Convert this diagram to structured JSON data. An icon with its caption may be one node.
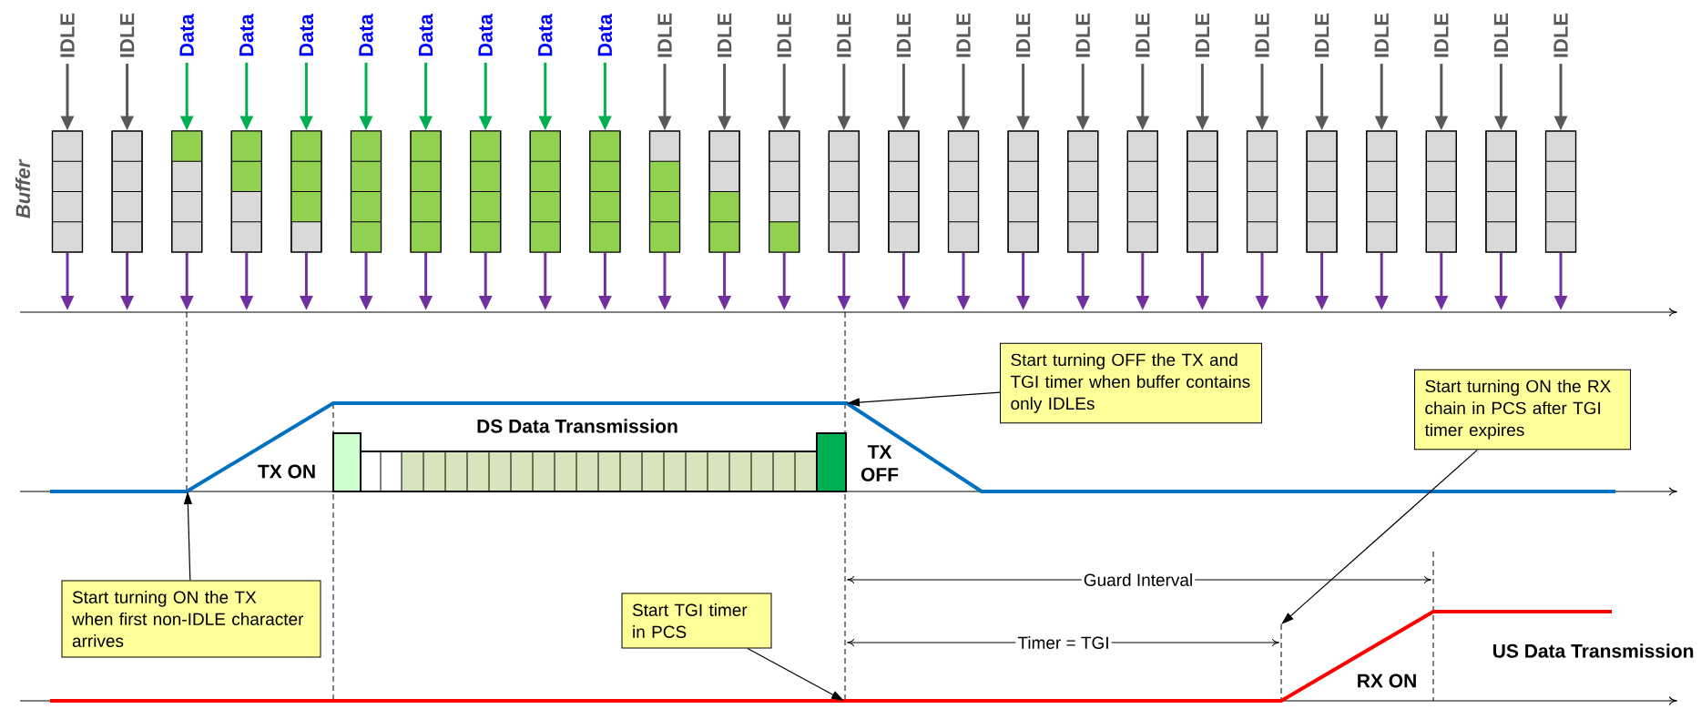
{
  "diagram": {
    "nodes": [
      {
        "text": [
          "IDLE"
        ]
      },
      {
        "text": [
          "IDLE"
        ]
      },
      {
        "text": [
          "Data"
        ]
      },
      {
        "text": [
          "Data"
        ]
      },
      {
        "text": [
          "Data"
        ]
      },
      {
        "text": [
          "Data"
        ]
      },
      {
        "text": [
          "Data"
        ]
      },
      {
        "text": [
          "Data"
        ]
      },
      {
        "text": [
          "Data"
        ]
      },
      {
        "text": [
          "Data"
        ]
      },
      {
        "text": [
          "IDLE"
        ]
      },
      {
        "text": [
          "IDLE"
        ]
      },
      {
        "text": [
          "IDLE"
        ]
      },
      {
        "text": [
          "IDLE"
        ]
      },
      {
        "text": [
          "IDLE"
        ]
      },
      {
        "text": [
          "IDLE"
        ]
      },
      {
        "text": [
          "IDLE"
        ]
      },
      {
        "text": [
          "IDLE"
        ]
      },
      {
        "text": [
          "IDLE"
        ]
      },
      {
        "text": [
          "IDLE"
        ]
      },
      {
        "text": [
          "IDLE"
        ]
      },
      {
        "text": [
          "IDLE"
        ]
      },
      {
        "text": [
          "IDLE"
        ]
      },
      {
        "text": [
          "IDLE"
        ]
      },
      {
        "text": [
          "IDLE"
        ]
      },
      {
        "text": [
          "IDLE"
        ]
      },
      {
        "text": [],
        "shape": "box"
      },
      {
        "text": [],
        "shape": "box"
      },
      {
        "text": [],
        "shape": "box"
      },
      {
        "text": [],
        "shape": "box"
      },
      {
        "text": [],
        "shape": "box"
      },
      {
        "text": [],
        "shape": "box"
      },
      {
        "text": [],
        "shape": "box"
      },
      {
        "text": [],
        "shape": "box"
      },
      {
        "text": [],
        "shape": "box"
      },
      {
        "text": [],
        "shape": "box"
      },
      {
        "text": [],
        "shape": "box"
      },
      {
        "text": [],
        "shape": "box"
      },
      {
        "text": [],
        "shape": "box"
      },
      {
        "text": [],
        "shape": "box"
      },
      {
        "text": [],
        "shape": "box"
      },
      {
        "text": [],
        "shape": "box"
      },
      {
        "text": [],
        "shape": "box"
      },
      {
        "text": [],
        "shape": "box"
      },
      {
        "text": [],
        "shape": "box"
      },
      {
        "text": [],
        "shape": "box"
      },
      {
        "text": [],
        "shape": "box"
      },
      {
        "text": [],
        "shape": "box"
      },
      {
        "text": [],
        "shape": "box"
      },
      {
        "text": [],
        "shape": "box"
      },
      {
        "text": [],
        "shape": "box"
      },
      {
        "text": [],
        "shape": "box"
      },
      {
        "text": [
          "Start turning OFF the TX and TGI timer when buffer contains only IDLEs"
        ]
      },
      {
        "text": [
          "Start turning ON the RX chain in PCS after TGI timer expires"
        ]
      },
      {
        "text": [
          "Start turning ON the TX when first non-IDLE character arrives"
        ]
      },
      {
        "text": [
          "Start TGI timer in PCS"
        ]
      }
    ],
    "edges": [
      {
        "from": 0,
        "to": 26,
        "arrow": "to",
        "color": "#595959"
      },
      {
        "from": 1,
        "to": 27,
        "arrow": "to",
        "color": "#595959"
      },
      {
        "from": 2,
        "to": 28,
        "arrow": "to",
        "color": "#00b050"
      },
      {
        "from": 3,
        "to": 29,
        "arrow": "to",
        "color": "#00b050"
      },
      {
        "from": 4,
        "to": 30,
        "arrow": "to",
        "color": "#00b050"
      },
      {
        "from": 5,
        "to": 31,
        "arrow": "to",
        "color": "#00b050"
      },
      {
        "from": 6,
        "to": 32,
        "arrow": "to",
        "color": "#00b050"
      },
      {
        "from": 7,
        "to": 33,
        "arrow": "to",
        "color": "#00b050"
      },
      {
        "from": 8,
        "to": 34,
        "arrow": "to",
        "color": "#00b050"
      },
      {
        "from": 9,
        "to": 35,
        "arrow": "to",
        "color": "#00b050"
      },
      {
        "from": 10,
        "to": 36,
        "arrow": "to",
        "color": "#595959"
      },
      {
        "from": 11,
        "to": 37,
        "arrow": "to",
        "color": "#595959"
      },
      {
        "from": 12,
        "to": 38,
        "arrow": "to",
        "color": "#595959"
      },
      {
        "from": 13,
        "to": 39,
        "arrow": "to",
        "color": "#595959"
      },
      {
        "from": 14,
        "to": 40,
        "arrow": "to",
        "color": "#595959"
      },
      {
        "from": 15,
        "to": 41,
        "arrow": "to",
        "color": "#595959"
      },
      {
        "from": 16,
        "to": 42,
        "arrow": "to",
        "color": "#595959"
      },
      {
        "from": 17,
        "to": 43,
        "arrow": "to",
        "color": "#595959"
      },
      {
        "from": 18,
        "to": 44,
        "arrow": "to",
        "color": "#595959"
      },
      {
        "from": 19,
        "to": 45,
        "arrow": "to",
        "color": "#595959"
      },
      {
        "from": 20,
        "to": 46,
        "arrow": "to",
        "color": "#595959"
      },
      {
        "from": 21,
        "to": 47,
        "arrow": "to",
        "color": "#595959"
      },
      {
        "from": 22,
        "to": 48,
        "arrow": "to",
        "color": "#595959"
      },
      {
        "from": 23,
        "to": 49,
        "arrow": "to",
        "color": "#595959"
      },
      {
        "from": 24,
        "to": 50,
        "arrow": "to",
        "color": "#595959"
      },
      {
        "from": 25,
        "to": 51,
        "arrow": "to",
        "color": "#595959"
      },
      {
        "from": 26,
        "to": null,
        "arrow": "to"
      },
      {
        "from": 27,
        "to": null,
        "arrow": "to"
      },
      {
        "from": 28,
        "to": null,
        "arrow": "to"
      },
      {
        "from": 29,
        "to": null,
        "arrow": "to"
      },
      {
        "from": 30,
        "to": null,
        "arrow": "to"
      },
      {
        "from": 31,
        "to": null,
        "arrow": "to"
      },
      {
        "from": 32,
        "to": null,
        "arrow": "to"
      },
      {
        "from": 33,
        "to": null,
        "arrow": "to"
      },
      {
        "from": 34,
        "to": null,
        "arrow": "to"
      },
      {
        "from": 35,
        "to": null,
        "arrow": "to"
      },
      {
        "from": 36,
        "to": null,
        "arrow": "to"
      },
      {
        "from": 37,
        "to": null,
        "arrow": "to"
      },
      {
        "from": 38,
        "to": null,
        "arrow": "to"
      },
      {
        "from": 39,
        "to": null,
        "arrow": "to"
      },
      {
        "from": 40,
        "to": null,
        "arrow": "to"
      },
      {
        "from": 41,
        "to": null,
        "arrow": "to"
      },
      {
        "from": 42,
        "to": null,
        "arrow": "to"
      },
      {
        "from": 43,
        "to": null,
        "arrow": "to"
      },
      {
        "from": 44,
        "to": null,
        "arrow": "to"
      },
      {
        "from": 45,
        "to": null,
        "arrow": "to"
      },
      {
        "from": 46,
        "to": null,
        "arrow": "to"
      },
      {
        "from": 47,
        "to": null,
        "arrow": "to"
      },
      {
        "from": 48,
        "to": null,
        "arrow": "to"
      },
      {
        "from": 49,
        "to": null,
        "arrow": "to"
      },
      {
        "from": 50,
        "to": null,
        "arrow": "to"
      },
      {
        "from": 51,
        "to": null,
        "arrow": "to"
      },
      {
        "from": 52,
        "to": null,
        "arrow": "to",
        "color": "#000000"
      },
      {
        "from": 53,
        "to": null,
        "arrow": "to",
        "color": "#000000"
      },
      {
        "from": 54,
        "to": null,
        "arrow": "to",
        "color": "#000000"
      },
      {
        "from": 55,
        "to": null,
        "arrow": "to",
        "color": "#000000"
      }
    ],
    "labels": [
      "Buffer",
      "DS Data Transmission",
      "TX ON",
      "TX OFF",
      "Guard Interval",
      "Timer = TGI",
      "US Data Transmission",
      "RX ON"
    ]
  }
}
